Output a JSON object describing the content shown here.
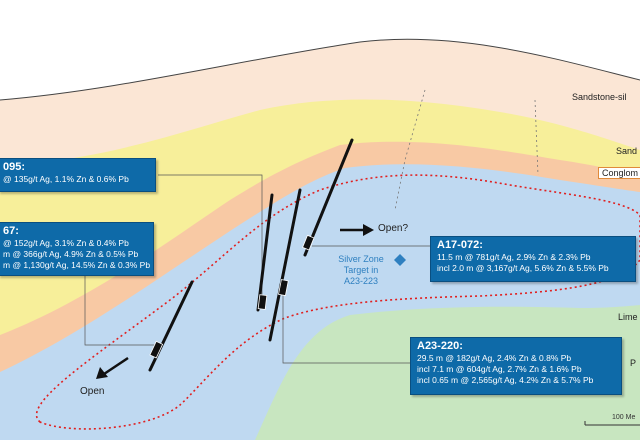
{
  "units": {
    "sandstone_silt": "Sandstone-sil",
    "sandstone": "Sand",
    "conglomerate": "Conglom",
    "limestone": "Lime",
    "p_unit": "P"
  },
  "labels": {
    "open_upper": "Open?",
    "open_lower": "Open",
    "silver_zone": [
      "Silver Zone",
      "Target in",
      "A23-223"
    ],
    "scale_bar": "100 Me"
  },
  "callouts": [
    {
      "id": "095",
      "title": "095:",
      "lines": [
        "@ 135g/t Ag, 1.1% Zn & 0.6% Pb"
      ]
    },
    {
      "id": "67",
      "title": "67:",
      "lines": [
        "@ 152g/t Ag, 3.1% Zn & 0.4% Pb",
        "m @ 366g/t Ag, 4.9% Zn & 0.5% Pb",
        "m @ 1,130g/t Ag, 14.5% Zn & 0.3% Pb"
      ]
    },
    {
      "id": "A17-072",
      "title": "A17-072:",
      "lines": [
        "11.5 m @ 781g/t Ag, 2.9% Zn & 2.3% Pb",
        "incl 2.0 m @ 3,167g/t Ag, 5.6% Zn & 5.5% Pb"
      ]
    },
    {
      "id": "A23-220",
      "title": "A23-220:",
      "lines": [
        "29.5 m @ 182g/t Ag, 2.4% Zn & 0.8% Pb",
        "incl 7.1 m @ 604g/t Ag, 2.7% Zn & 1.6% Pb",
        "incl 0.65 m @ 2,565g/t Ag, 4.2% Zn & 5.7% Pb"
      ]
    }
  ],
  "colors": {
    "sandstone_silt": "#fbe6d5",
    "sandstone_yellow": "#f7ef9a",
    "conglomerate": "#f8c9a4",
    "silver_zone": "#bfd9f1",
    "limestone": "#c8e6c0",
    "callout": "#0e6aa8",
    "outline": "#e02020",
    "target_marker": "#2f80c0"
  },
  "icons": [
    "diamond-marker-icon",
    "arrow-right-icon",
    "arrow-down-left-icon"
  ]
}
